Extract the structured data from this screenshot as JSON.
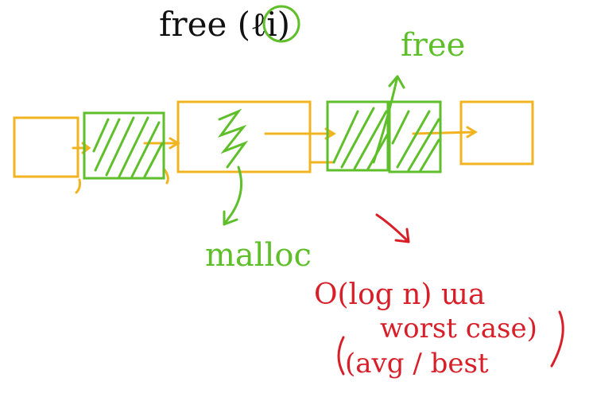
{
  "header": {
    "text": "free (ℓi)"
  },
  "labels": {
    "free_top": "free",
    "malloc": "malloc",
    "complexity_line1": "O(log n) ɯa",
    "complexity_line2": "worst case)",
    "complexity_line3": "(avg / best"
  },
  "colors": {
    "yellow": "#f1b420",
    "green": "#5fbf2a",
    "red": "#d81e28",
    "black": "#111111"
  }
}
